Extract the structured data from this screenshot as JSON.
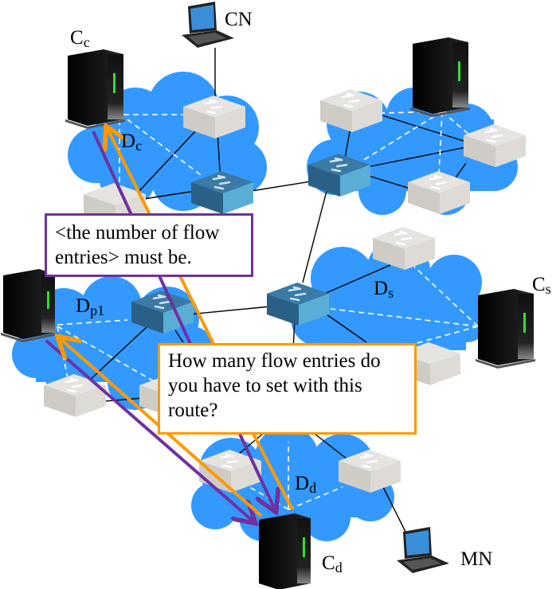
{
  "colors": {
    "cloud": "#3399ff",
    "cloud_edge": "#2a80d8",
    "switch_gray_top": "#e6e4e0",
    "switch_gray_front": "#cfccc6",
    "switch_gray_side": "#dedbd6",
    "switch_blue_top": "#3a7aa5",
    "switch_blue_front": "#2a5f86",
    "switch_blue_side": "#5aaed6",
    "server": "#111111",
    "server_led": "#33dd33",
    "purple_arrow": "#7030a0",
    "orange_arrow": "#ff9900",
    "link": "#000000",
    "dashed_link": "#ffffff"
  },
  "nodes": {
    "cc": {
      "base": "C",
      "sub": "c"
    },
    "cn": {
      "text": "CN"
    },
    "cs": {
      "base": "C",
      "sub": "s"
    },
    "cd": {
      "base": "C",
      "sub": "d"
    },
    "mn": {
      "text": "MN"
    }
  },
  "domains": {
    "dc": {
      "base": "D",
      "sub": "c"
    },
    "ds": {
      "base": "D",
      "sub": "s"
    },
    "dp1": {
      "base": "D",
      "sub": "p1"
    },
    "dd": {
      "base": "D",
      "sub": "d"
    }
  },
  "callouts": {
    "purple": {
      "line1": "<the number of flow",
      "line2": "entries> must be."
    },
    "orange": {
      "line1": "How many flow entries do",
      "line2": "you have to set with this",
      "line3": "route?"
    }
  }
}
